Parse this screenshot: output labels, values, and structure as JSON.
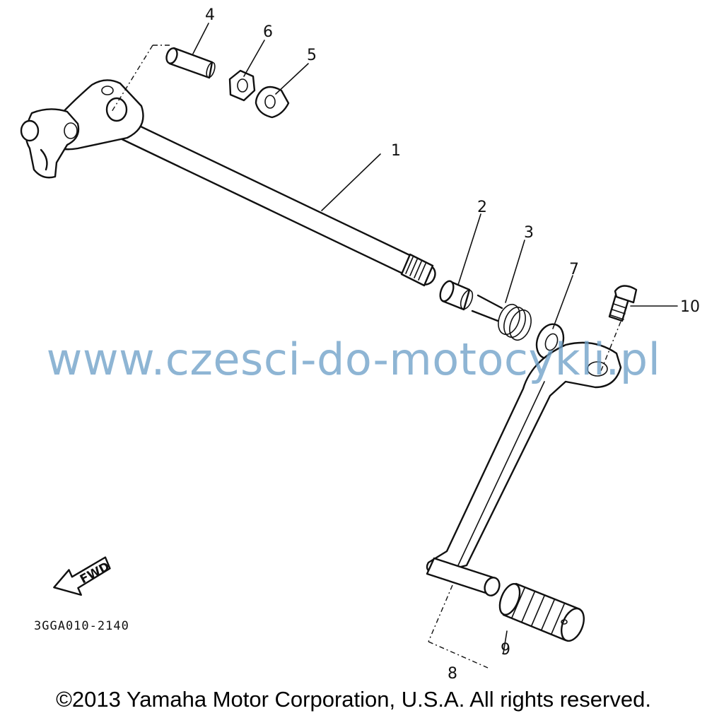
{
  "diagram": {
    "callouts": [
      {
        "number": "1"
      },
      {
        "number": "2"
      },
      {
        "number": "3"
      },
      {
        "number": "4"
      },
      {
        "number": "5"
      },
      {
        "number": "6"
      },
      {
        "number": "7"
      },
      {
        "number": "8"
      },
      {
        "number": "9"
      },
      {
        "number": "10"
      }
    ],
    "fwd_label": "FWD",
    "drawing_code": "3GGA010-2140"
  },
  "watermark": "www.czesci-do-motocykli.pl",
  "copyright": "©2013 Yamaha Motor Corporation, U.S.A. All rights reserved."
}
